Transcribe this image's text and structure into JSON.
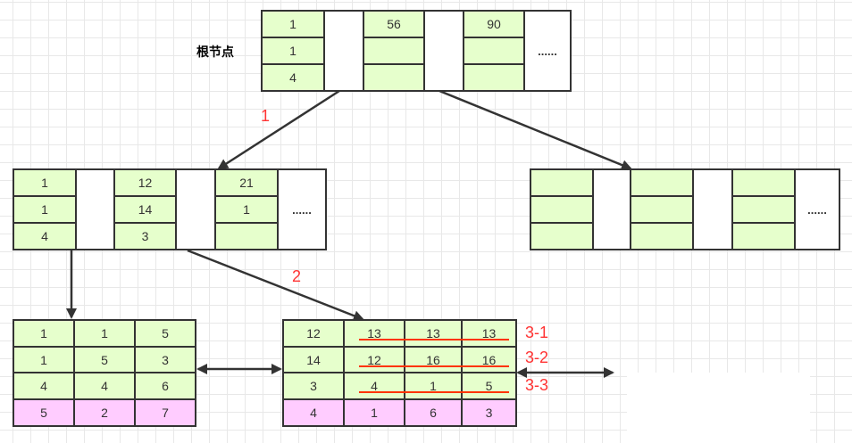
{
  "root": {
    "label": "根节点",
    "col1": [
      "1",
      "1",
      "4"
    ],
    "col2": [
      "56",
      "",
      ""
    ],
    "col3": [
      "90",
      "",
      ""
    ],
    "ellipsis": "......"
  },
  "left_internal": {
    "col1": [
      "1",
      "1",
      "4"
    ],
    "col2": [
      "12",
      "14",
      "3"
    ],
    "col3": [
      "21",
      "1",
      ""
    ],
    "ellipsis": "......"
  },
  "right_internal": {
    "col1": [
      "",
      "",
      ""
    ],
    "col2": [
      "",
      "",
      ""
    ],
    "col3": [
      "",
      "",
      ""
    ],
    "ellipsis": "......"
  },
  "leaf_left": {
    "rows": [
      [
        "1",
        "1",
        "5"
      ],
      [
        "1",
        "5",
        "3"
      ],
      [
        "4",
        "4",
        "6"
      ],
      [
        "5",
        "2",
        "7"
      ]
    ]
  },
  "leaf_right": {
    "rows": [
      [
        "12",
        "13",
        "13",
        "13"
      ],
      [
        "14",
        "12",
        "16",
        "16"
      ],
      [
        "3",
        "4",
        "1",
        "5"
      ],
      [
        "4",
        "1",
        "6",
        "3"
      ]
    ]
  },
  "step_labels": {
    "step1": "1",
    "step2": "2",
    "row1": "3-1",
    "row2": "3-2",
    "row3": "3-3"
  },
  "colors": {
    "cell_green": "#e6ffcc",
    "cell_pink": "#ffccff",
    "highlight_red": "#ff3333",
    "border": "#333333"
  }
}
